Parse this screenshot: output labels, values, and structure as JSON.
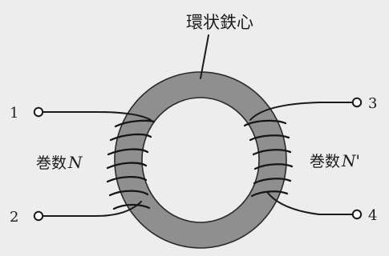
{
  "title": "環状鉄心",
  "terminals": {
    "t1": "1",
    "t2": "2",
    "t3": "3",
    "t4": "4"
  },
  "left_winding": {
    "prefix": "巻数",
    "symbol": "N"
  },
  "right_winding": {
    "prefix": "巻数",
    "symbol": "N'"
  },
  "colors": {
    "core_fill": "#8f8f8f",
    "background": "#ededed",
    "ink": "#1a1a1a"
  }
}
